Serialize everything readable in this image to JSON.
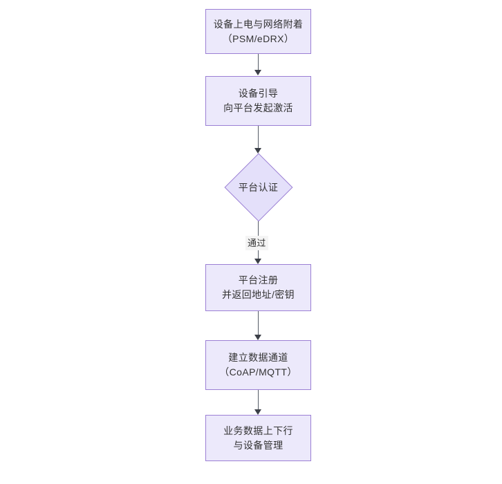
{
  "diagram": {
    "type": "flowchart",
    "orientation": "top-to-bottom",
    "background_color": "#ffffff",
    "node_fill_color": "#ece9fb",
    "node_border_color": "#9b7fd4",
    "text_color": "#333333",
    "connector_color": "#555b66",
    "nodes": [
      {
        "id": "power-on",
        "shape": "rectangle",
        "lines": [
          "设备上电与网络附着",
          "（PSM/eDRX）"
        ]
      },
      {
        "id": "bootstrap",
        "shape": "rectangle",
        "lines": [
          "设备引导",
          "向平台发起激活"
        ]
      },
      {
        "id": "platform-auth",
        "shape": "diamond",
        "lines": [
          "平台认证"
        ]
      },
      {
        "id": "platform-register",
        "shape": "rectangle",
        "lines": [
          "平台注册",
          "并返回地址/密钥"
        ]
      },
      {
        "id": "data-channel",
        "shape": "rectangle",
        "lines": [
          "建立数据通道",
          "（CoAP/MQTT）"
        ]
      },
      {
        "id": "business-data",
        "shape": "rectangle",
        "lines": [
          "业务数据上下行",
          "与设备管理"
        ]
      }
    ],
    "edges": [
      {
        "id": "e1",
        "from": "power-on",
        "to": "bootstrap",
        "label": ""
      },
      {
        "id": "e2",
        "from": "bootstrap",
        "to": "platform-auth",
        "label": ""
      },
      {
        "id": "e3",
        "from": "platform-auth",
        "to": "platform-register",
        "label": "通过"
      },
      {
        "id": "e4",
        "from": "platform-register",
        "to": "data-channel",
        "label": ""
      },
      {
        "id": "e5",
        "from": "data-channel",
        "to": "business-data",
        "label": ""
      }
    ]
  }
}
